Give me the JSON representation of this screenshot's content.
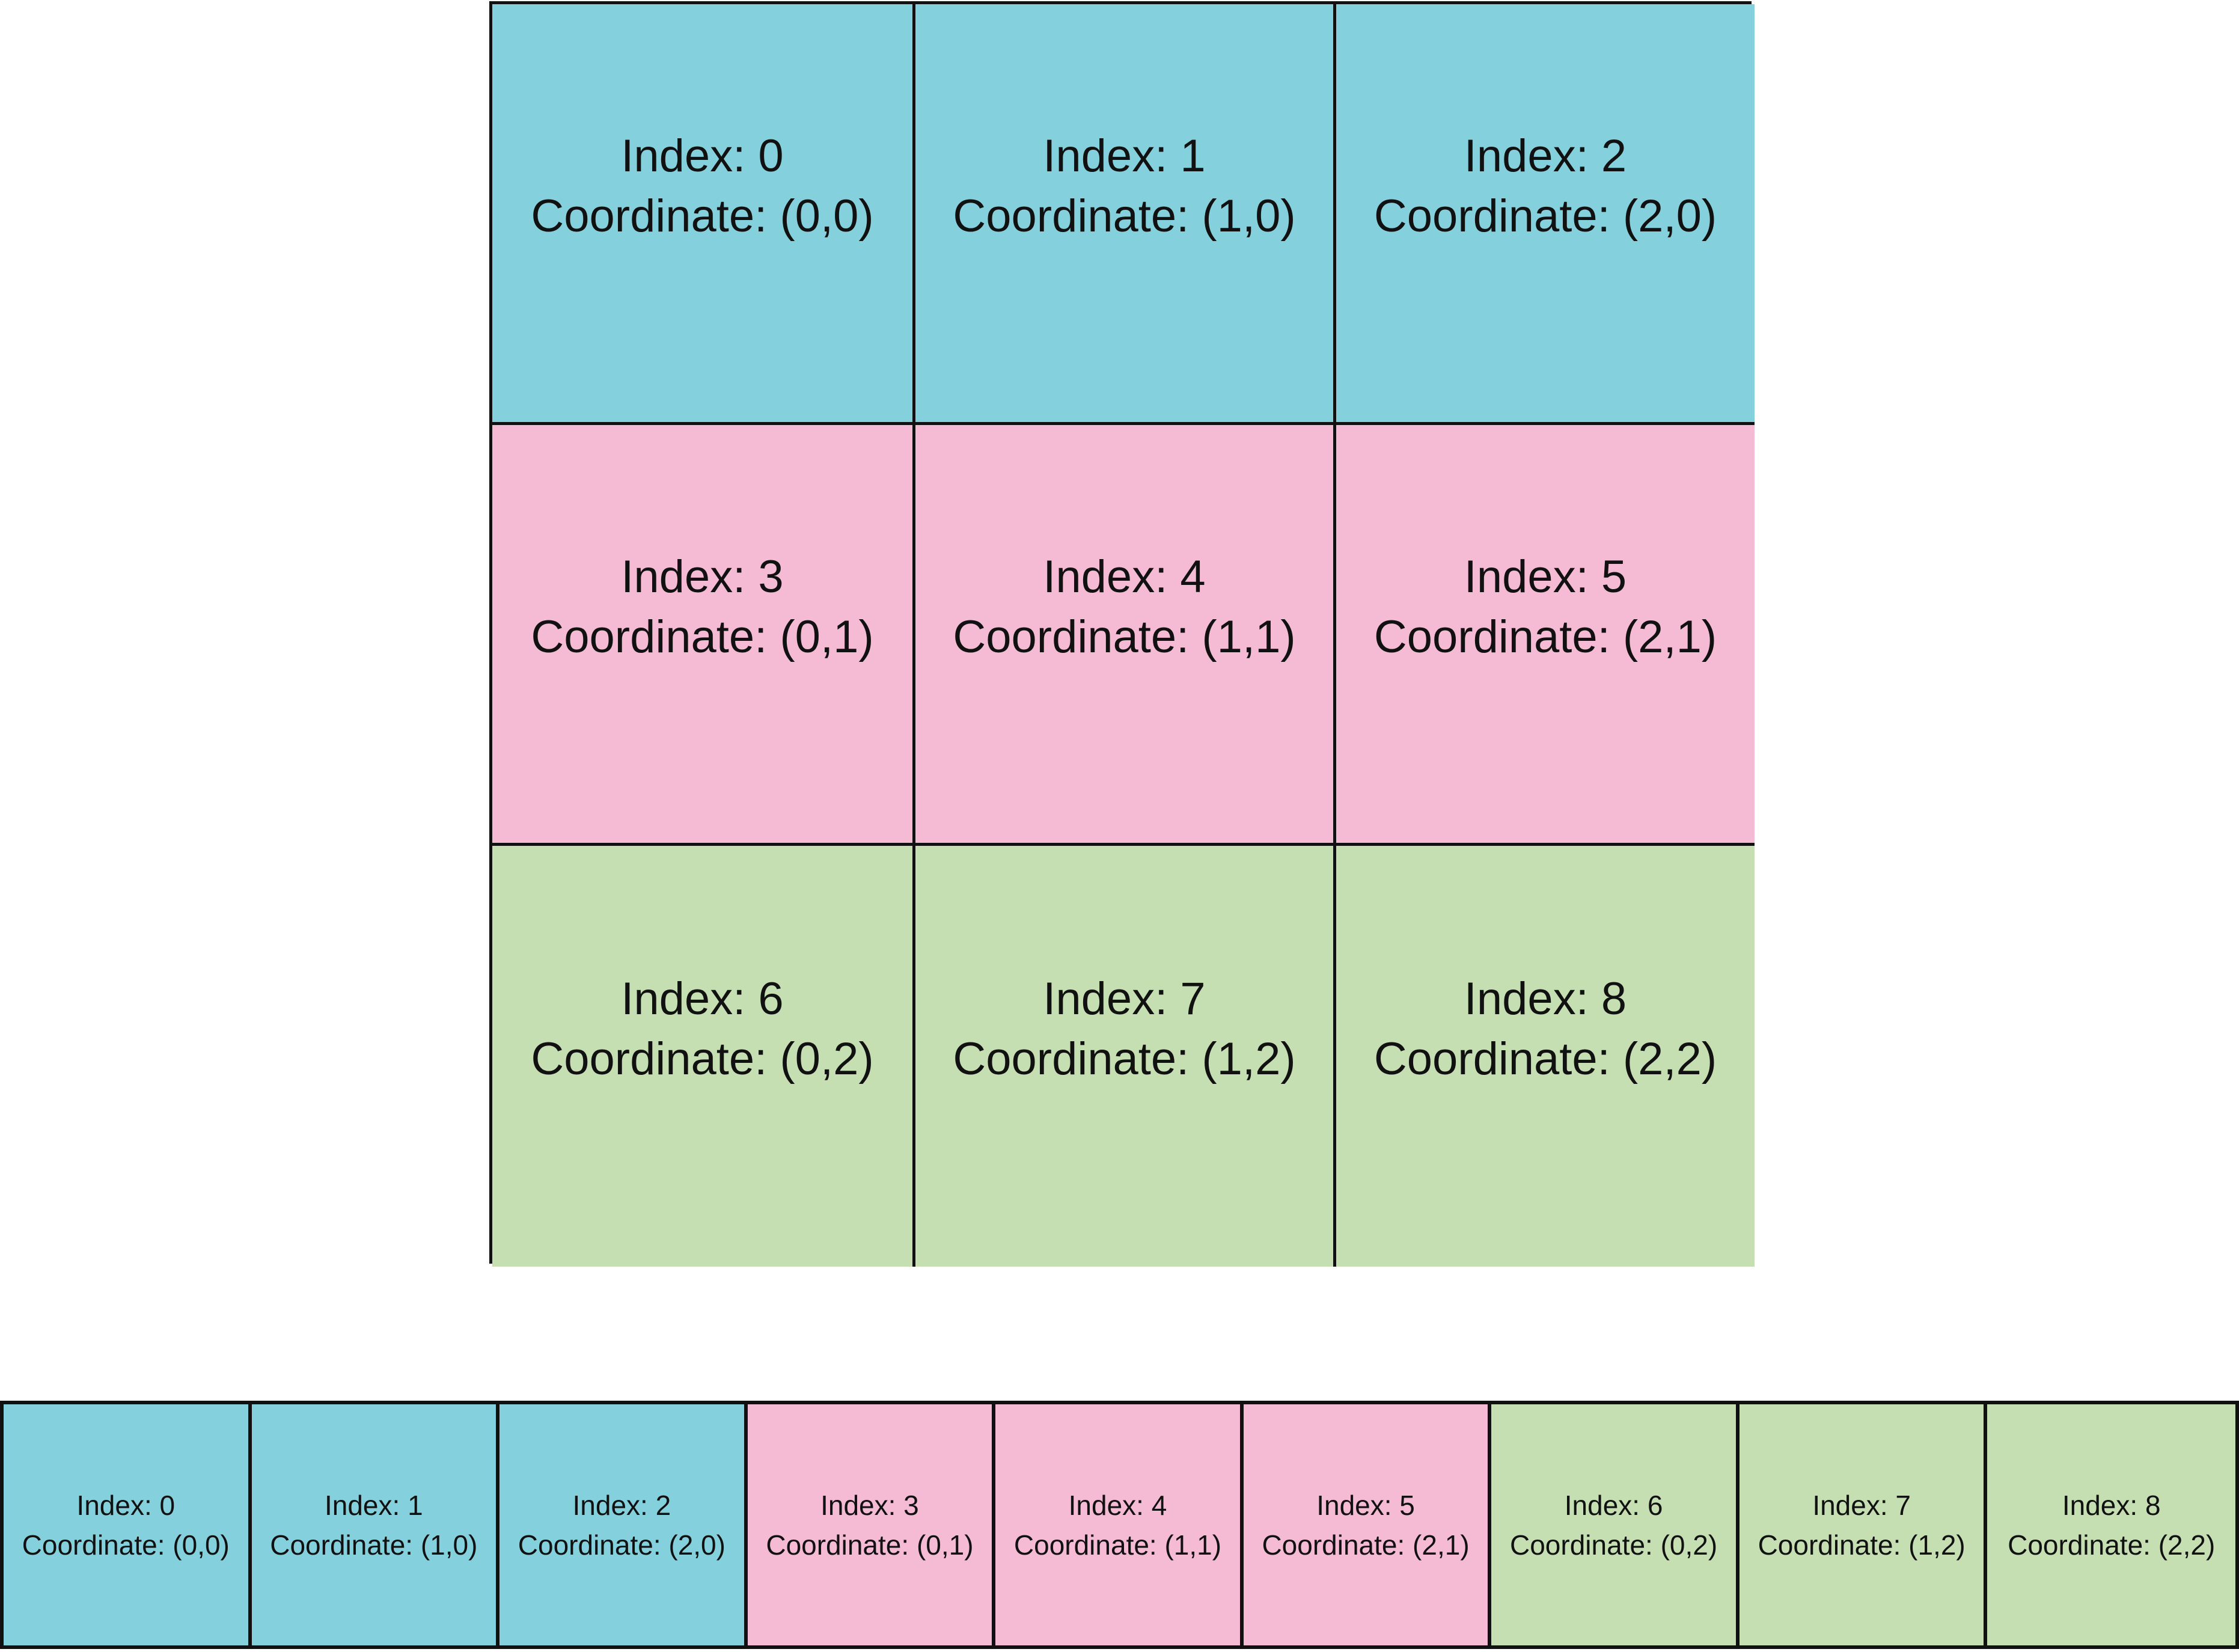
{
  "colors": {
    "row_0": "#84d0dc",
    "row_1": "#f5bad4",
    "row_2": "#c5dfb3",
    "border": "#111111"
  },
  "grid": {
    "cells": [
      {
        "index_label": "Index: 0",
        "coord_label": "Coordinate: (0,0)",
        "row": 0
      },
      {
        "index_label": "Index: 1",
        "coord_label": "Coordinate: (1,0)",
        "row": 0
      },
      {
        "index_label": "Index: 2",
        "coord_label": "Coordinate: (2,0)",
        "row": 0
      },
      {
        "index_label": "Index: 3",
        "coord_label": "Coordinate: (0,1)",
        "row": 1
      },
      {
        "index_label": "Index: 4",
        "coord_label": "Coordinate: (1,1)",
        "row": 1
      },
      {
        "index_label": "Index: 5",
        "coord_label": "Coordinate: (2,1)",
        "row": 1
      },
      {
        "index_label": "Index: 6",
        "coord_label": "Coordinate: (0,2)",
        "row": 2
      },
      {
        "index_label": "Index: 7",
        "coord_label": "Coordinate: (1,2)",
        "row": 2
      },
      {
        "index_label": "Index: 8",
        "coord_label": "Coordinate: (2,2)",
        "row": 2
      }
    ]
  },
  "strip": {
    "cells": [
      {
        "index_label": "Index: 0",
        "coord_label": "Coordinate: (0,0)",
        "row": 0
      },
      {
        "index_label": "Index: 1",
        "coord_label": "Coordinate: (1,0)",
        "row": 0
      },
      {
        "index_label": "Index: 2",
        "coord_label": "Coordinate: (2,0)",
        "row": 0
      },
      {
        "index_label": "Index: 3",
        "coord_label": "Coordinate: (0,1)",
        "row": 1
      },
      {
        "index_label": "Index: 4",
        "coord_label": "Coordinate: (1,1)",
        "row": 1
      },
      {
        "index_label": "Index: 5",
        "coord_label": "Coordinate: (2,1)",
        "row": 1
      },
      {
        "index_label": "Index: 6",
        "coord_label": "Coordinate: (0,2)",
        "row": 2
      },
      {
        "index_label": "Index: 7",
        "coord_label": "Coordinate: (1,2)",
        "row": 2
      },
      {
        "index_label": "Index: 8",
        "coord_label": "Coordinate: (2,2)",
        "row": 2
      }
    ]
  }
}
